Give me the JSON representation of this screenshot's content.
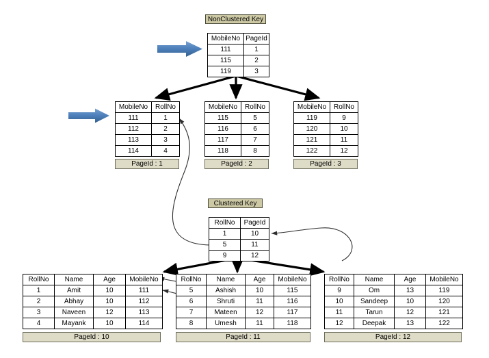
{
  "diagram": {
    "title_nonclustered": "NonClustered Key",
    "title_clustered": "Clustered Key"
  },
  "root_table": {
    "headers": [
      "MobileNo",
      "PageId"
    ],
    "rows": [
      [
        "111",
        "1"
      ],
      [
        "115",
        "2"
      ],
      [
        "119",
        "3"
      ]
    ]
  },
  "level2_tables": [
    {
      "headers": [
        "MobileNo",
        "RollNo"
      ],
      "rows": [
        [
          "111",
          "1"
        ],
        [
          "112",
          "2"
        ],
        [
          "113",
          "3"
        ],
        [
          "114",
          "4"
        ]
      ],
      "page_label": "PageId : 1"
    },
    {
      "headers": [
        "MobileNo",
        "RollNo"
      ],
      "rows": [
        [
          "115",
          "5"
        ],
        [
          "116",
          "6"
        ],
        [
          "117",
          "7"
        ],
        [
          "118",
          "8"
        ]
      ],
      "page_label": "PageId : 2"
    },
    {
      "headers": [
        "MobileNo",
        "RollNo"
      ],
      "rows": [
        [
          "119",
          "9"
        ],
        [
          "120",
          "10"
        ],
        [
          "121",
          "11"
        ],
        [
          "122",
          "12"
        ]
      ],
      "page_label": "PageId : 3"
    }
  ],
  "clustered_table": {
    "headers": [
      "RollNo",
      "PageId"
    ],
    "rows": [
      [
        "1",
        "10"
      ],
      [
        "5",
        "11"
      ],
      [
        "9",
        "12"
      ]
    ]
  },
  "data_tables": [
    {
      "headers": [
        "RollNo",
        "Name",
        "Age",
        "MobileNo"
      ],
      "rows": [
        [
          "1",
          "Amit",
          "10",
          "111"
        ],
        [
          "2",
          "Abhay",
          "10",
          "112"
        ],
        [
          "3",
          "Naveen",
          "12",
          "113"
        ],
        [
          "4",
          "Mayank",
          "10",
          "114"
        ]
      ],
      "page_label": "PageId : 10"
    },
    {
      "headers": [
        "RollNo",
        "Name",
        "Age",
        "MobileNo"
      ],
      "rows": [
        [
          "5",
          "Ashish",
          "10",
          "115"
        ],
        [
          "6",
          "Shruti",
          "11",
          "116"
        ],
        [
          "7",
          "Mateen",
          "12",
          "117"
        ],
        [
          "8",
          "Umesh",
          "11",
          "118"
        ]
      ],
      "page_label": "PageId : 11"
    },
    {
      "headers": [
        "RollNo",
        "Name",
        "Age",
        "MobileNo"
      ],
      "rows": [
        [
          "9",
          "Om",
          "13",
          "119"
        ],
        [
          "10",
          "Sandeep",
          "10",
          "120"
        ],
        [
          "11",
          "Tarun",
          "12",
          "121"
        ],
        [
          "12",
          "Deepak",
          "13",
          "122"
        ]
      ],
      "page_label": "PageId : 12"
    }
  ],
  "colors": {
    "title_box": "#cdc9a5",
    "page_box": "#dedbc6",
    "blue_arrow": "#4f81bd",
    "blue_arrow_dark": "#3a6somethingt",
    "black_arrow": "#000000",
    "thin_arrow": "#3a3a3a"
  }
}
